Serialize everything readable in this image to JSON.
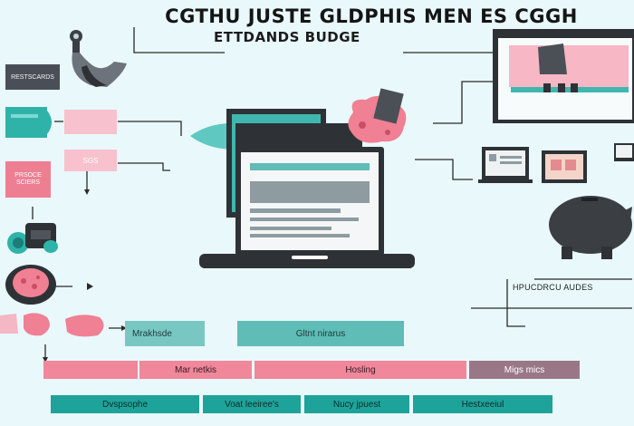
{
  "header": {
    "title": "CGTHU JUSTE GLDPHIS MEN ES CGGH",
    "subtitle": "ETTDANDS BUDGE"
  },
  "left_labels": {
    "dark": "RESTSCARDS",
    "pink_box": "PRSOCE SCIERS",
    "pink_small": "SGS"
  },
  "right_label": "HPUCDRCU AUDES",
  "bars": {
    "row1": {
      "left": "Mrakhsde",
      "right": "Gltnt nirarus"
    },
    "row2": [
      "Mar netkis",
      "Hosling",
      "Migs mics"
    ],
    "row3": [
      "Dvspsophe",
      "Voat leeiree's",
      "Nucy jpuest",
      "Hestxeeiul"
    ]
  },
  "colors": {
    "background": "#e9f8fb",
    "teal": "#5fbcb6",
    "teal_dark": "#1ea39b",
    "pink": "#f0879b",
    "mauve": "#9a7787",
    "charcoal": "#2f3336"
  }
}
